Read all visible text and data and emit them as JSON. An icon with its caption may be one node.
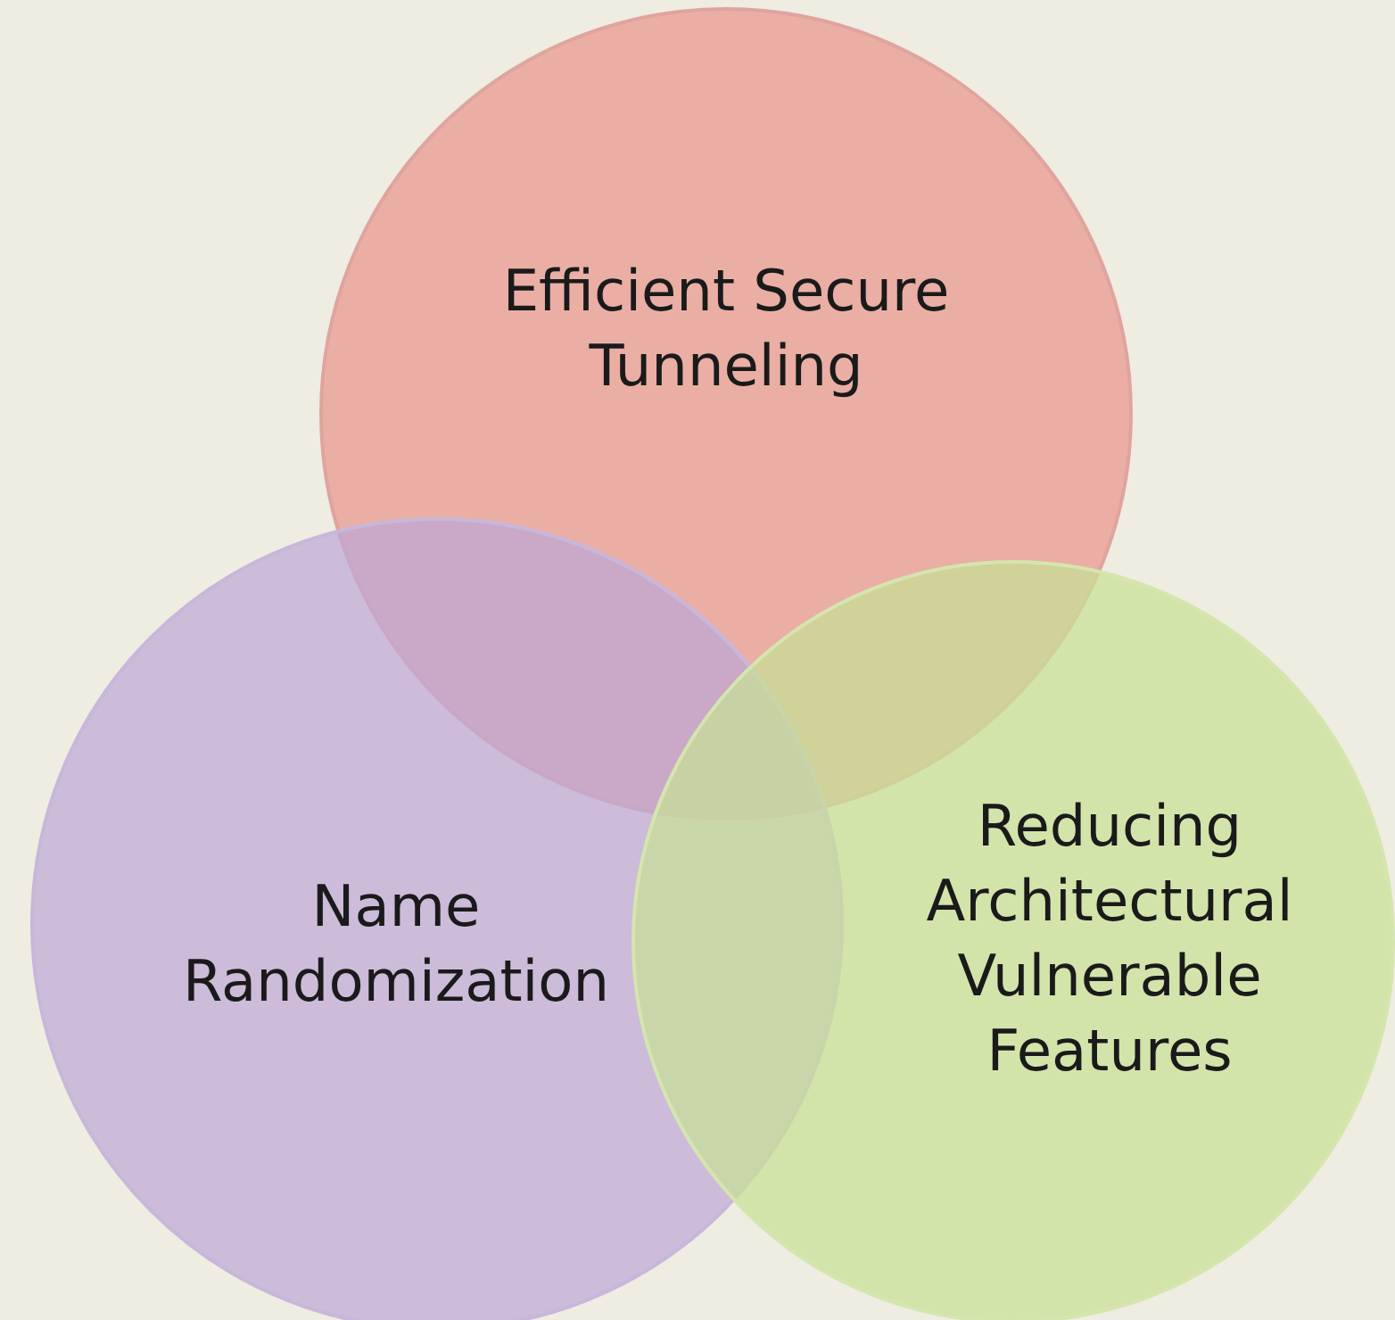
{
  "diagram": {
    "nodes": [
      {
        "text": [
          "Efficient Secure Tunneling"
        ]
      },
      {
        "text": [
          "Name Randomization"
        ]
      },
      {
        "text": [
          "Reducing Architectural Vulnerable Features"
        ]
      }
    ]
  }
}
